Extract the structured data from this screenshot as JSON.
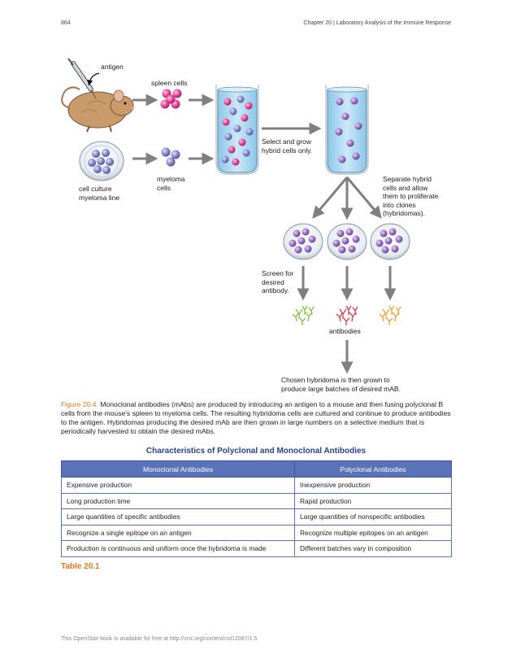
{
  "header": {
    "page_number": "864",
    "chapter_title": "Chapter 20 | Laboratory Analysis of the Immune Response"
  },
  "figure": {
    "labels": {
      "antigen": "antigen",
      "spleen_cells": "spleen cells",
      "cell_culture": "cell culture\nmyeloma line",
      "myeloma_cells": "myeloma\ncells",
      "select_grow": "Select and grow\nhybrid cells only.",
      "separate": "Separate hybrid\ncells and allow\nthem to proliferate\ninto clones\n(hybridomas).",
      "screen": "Screen for\ndesired\nantibody.",
      "antibodies": "antibodies",
      "chosen": "Chosen hybridoma is then grown to\nproduce large batches of desired mAB."
    },
    "colors": {
      "spleen_cell": "#e8449a",
      "myeloma_cell": "#8888cc",
      "hybrid_cell": "#9b7fc9",
      "antibody_green": "#7cc242",
      "antibody_red": "#d9363e",
      "antibody_yellow": "#e8a42a",
      "arrow": "#808080",
      "tube_liquid": "#aed8ef"
    }
  },
  "caption": {
    "figure_number": "Figure 20.4",
    "text": "Monoclonal antibodies (mAbs) are produced by introducing an antigen to a mouse and then fusing polyclonal B cells from the mouse's spleen to myeloma cells. The resulting hybridoma cells are cultured and continue to produce antibodies to the antigen. Hybridomas producing the desired mAb are then grown in large numbers on a selective medium that is periodically harvested to obtain the desired mAbs."
  },
  "table": {
    "title": "Characteristics of Polyclonal and Monoclonal Antibodies",
    "headers": [
      "Monoclonal Antibodies",
      "Polyclonal Antibodies"
    ],
    "rows": [
      [
        "Expensive production",
        "Inexpensive production"
      ],
      [
        "Long production time",
        "Rapid production"
      ],
      [
        "Large quantities of specific antibodies",
        "Large quantities of nonspecific antibodies"
      ],
      [
        "Recognize a single epitope on an antigen",
        "Recognize multiple epitopes on an antigen"
      ],
      [
        "Production is continuous and uniform once the hybridoma is made",
        "Different batches vary in composition"
      ]
    ],
    "label": "Table 20.1"
  },
  "footer": {
    "text": "This OpenStax book is available for free at http://cnx.org/content/col12087/1.5"
  }
}
